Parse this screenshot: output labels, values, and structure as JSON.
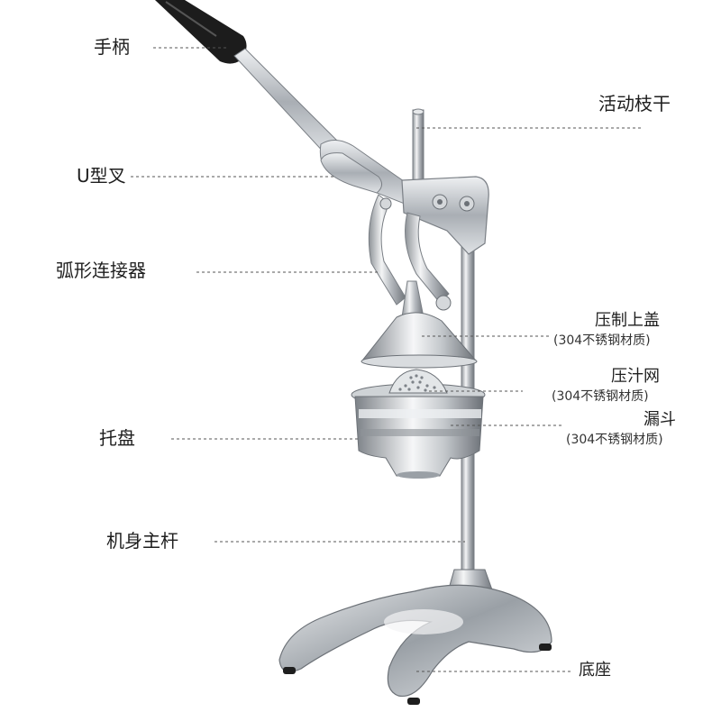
{
  "labels": {
    "handle": "手柄",
    "lever": "活动枝干",
    "fork": "U型叉",
    "connector": "弧形连接器",
    "press_cover": "压制上盖",
    "press_cover_material": "(304不锈钢材质)",
    "strainer": "压汁网",
    "strainer_material": "(304不锈钢材质)",
    "funnel": "漏斗",
    "funnel_material": "(304不锈钢材质)",
    "tray": "托盘",
    "main_rod": "机身主杆",
    "base": "底座"
  },
  "colors": {
    "background": "#ffffff",
    "text": "#1e1e1e",
    "leader_line": "#555555",
    "handle_grip": "#1a1a1a",
    "steel": "#c9ccd0"
  }
}
